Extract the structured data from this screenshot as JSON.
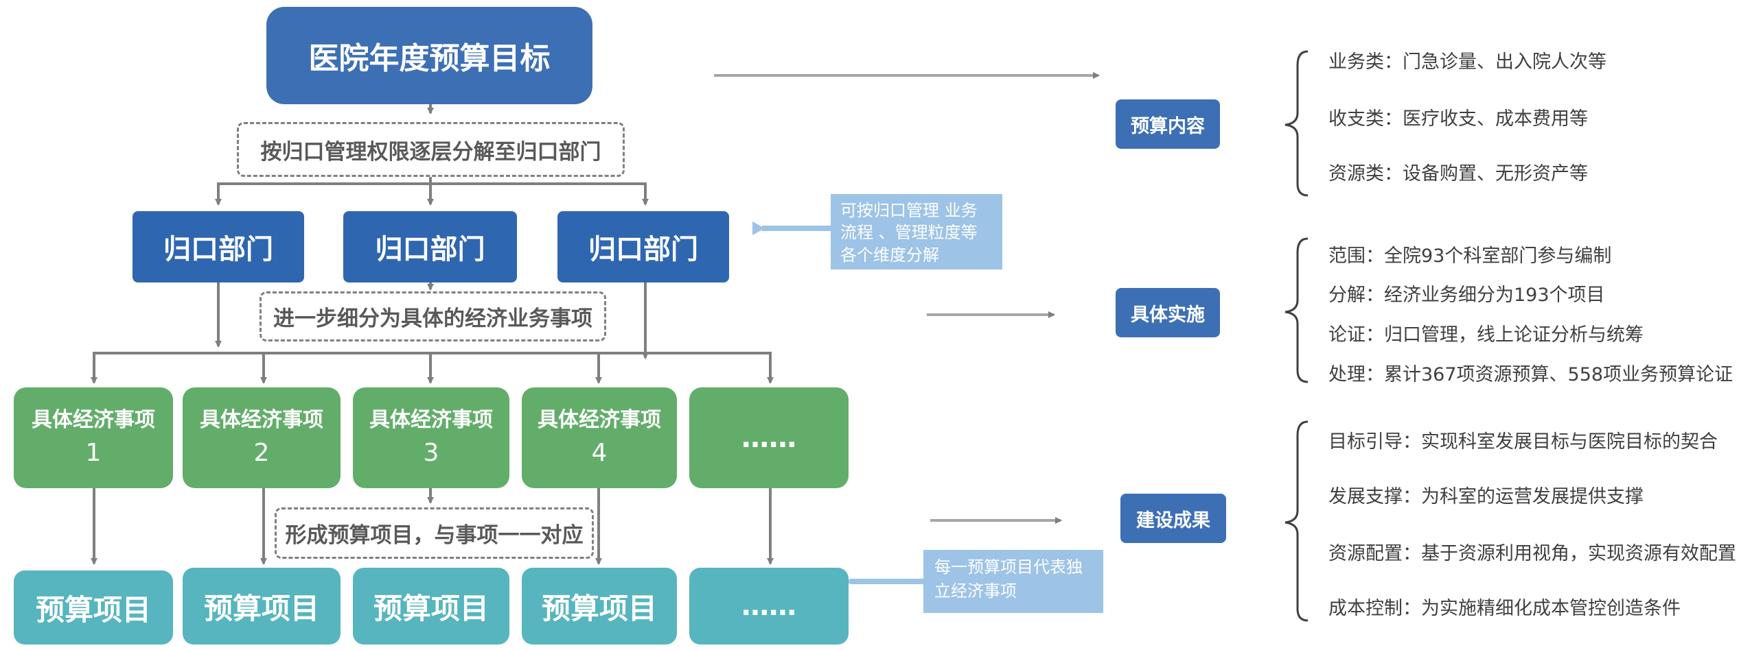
{
  "top_title": "医院年度预算目标",
  "step1": "按归口管理权限逐层分解至归口部门",
  "departments": [
    "归口部门",
    "归口部门",
    "归口部门"
  ],
  "step2": "进一步细分为具体的经济业务事项",
  "items": [
    {
      "label": "具体经济事项",
      "num": "1"
    },
    {
      "label": "具体经济事项",
      "num": "2"
    },
    {
      "label": "具体经济事项",
      "num": "3"
    },
    {
      "label": "具体经济事项",
      "num": "4"
    },
    {
      "label": "……",
      "num": ""
    }
  ],
  "step3": "形成预算项目，与事项一一对应",
  "budget_projects": [
    "预算项目",
    "预算项目",
    "预算项目",
    "预算项目",
    "……"
  ],
  "callout_dept": "可按归口管理 业务流程 、管理粒度等各个维度分解",
  "callout_project": "每一预算项目代表独立经济事项",
  "sections": [
    {
      "label": "预算内容",
      "lines": [
        "业务类：门急诊量、出入院人次等",
        "收支类：医疗收支、成本费用等",
        "资源类：设备购置、无形资产等"
      ]
    },
    {
      "label": "具体实施",
      "lines": [
        "范围：全院93个科室部门参与编制",
        "分解：经济业务细分为193个项目",
        "论证：归口管理，线上论证分析与统筹",
        "处理：累计367项资源预算、558项业务预算论证"
      ]
    },
    {
      "label": "建设成果",
      "lines": [
        "目标引导：实现科室发展目标与医院目标的契合",
        "发展支撑：为科室的运营发展提供支撑",
        "资源配置：基于资源利用视角，实现资源有效配置",
        "成本控制：为实施精细化成本管控创造条件"
      ]
    }
  ],
  "colors": {
    "title_blue": "#3d6fb5",
    "dept_blue": "#2f66b0",
    "item_green": "#62ad6a",
    "project_teal": "#56b5be",
    "callout_blue": "#9dc3e6",
    "connector_gray": "#7f7f7f"
  }
}
